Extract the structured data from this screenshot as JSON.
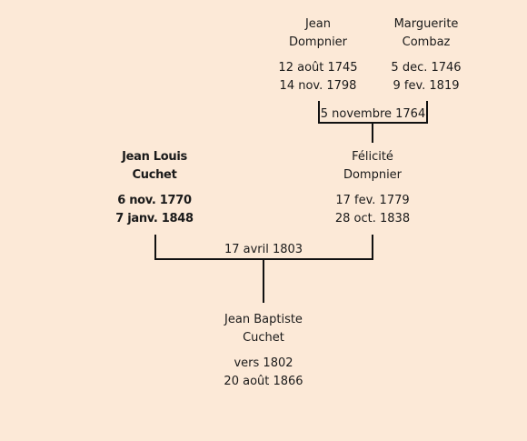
{
  "persons": {
    "jean": {
      "first": "Jean",
      "last": "Dompnier",
      "birth": "12 août 1745",
      "death": "14 nov. 1798"
    },
    "marguerite": {
      "first": "Marguerite",
      "last": "Combaz",
      "birth": "5 dec. 1746",
      "death": "9 fev. 1819"
    },
    "jean_louis": {
      "first": "Jean Louis",
      "last": "Cuchet",
      "birth": "6 nov. 1770",
      "death": "7 janv. 1848"
    },
    "felicite": {
      "first": "Félicité",
      "last": "Dompnier",
      "birth": "17 fev. 1779",
      "death": "28 oct. 1838"
    },
    "jean_baptiste": {
      "first": "Jean Baptiste",
      "last": "Cuchet",
      "birth": "vers 1802",
      "death": "20 août 1866"
    }
  },
  "marriages": {
    "jean_marguerite": "5 novembre 1764",
    "jeanlouis_felicite": "17 avril 1803"
  }
}
